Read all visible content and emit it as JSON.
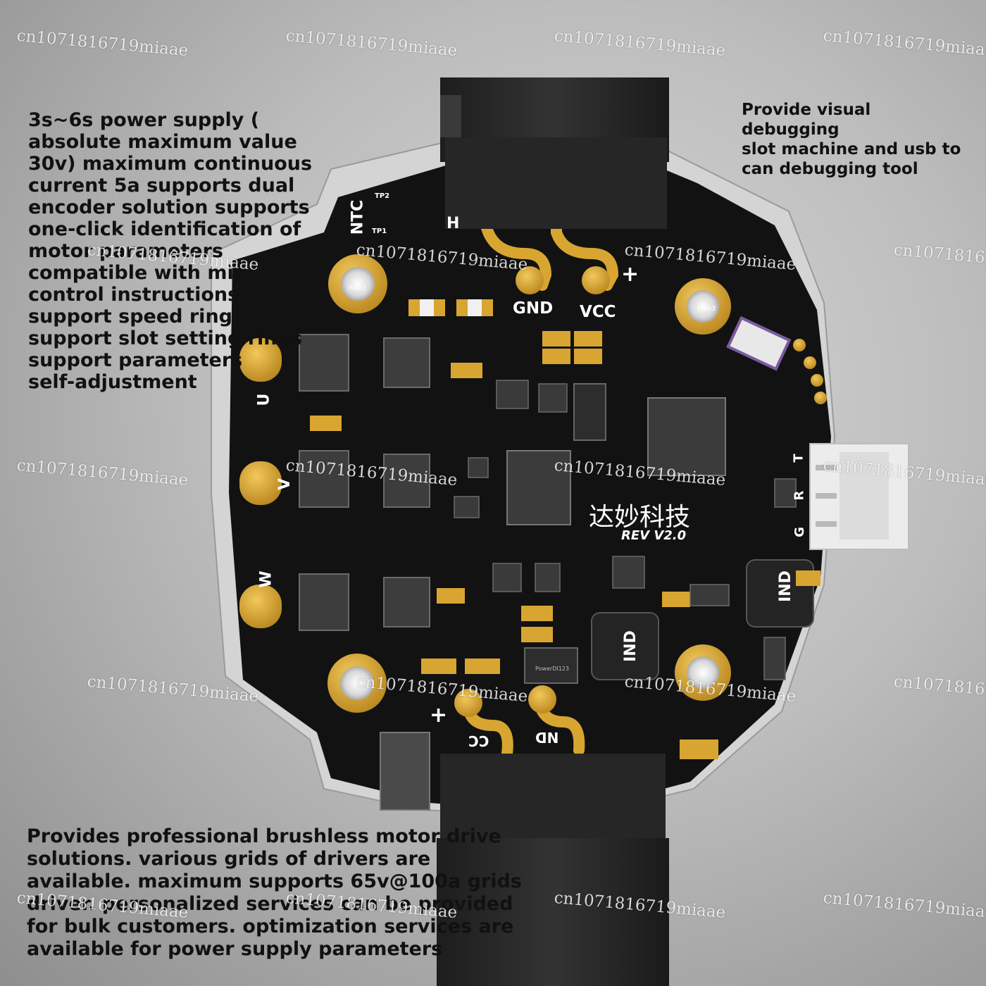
{
  "callouts": {
    "left": "3s~6s power supply (\nabsolute maximum value\n30v) maximum continuous\ncurrent 5a supports dual\nencoder solution supports\none-click identification of\nmotor parameters\ncompatible with mit\ncontrol instructions\nsupport speed rings\nsupport slot setting rings\nsupport parameters\nself-adjustment",
    "right": "Provide visual debugging\nslot machine and usb to\ncan debugging tool",
    "bottom": "Provides professional brushless motor drive\nsolutions. various grids of drivers are\navailable. maximum supports 65v@100a grids\ndriver. personalized services can be provided\nfor bulk customers. optimization services are\navailable for power supply parameters"
  },
  "board": {
    "brand": "达妙科技",
    "revision": "REV V2.0",
    "labels": {
      "ntc": "NTC",
      "tp1": "TP1",
      "tp2": "TP2",
      "gnd_top": "GND",
      "vcc_top": "VCC",
      "plus_top": "+",
      "u": "U",
      "v": "V",
      "w": "W",
      "hole2": "Hole2",
      "hole3": "Hole3",
      "t": "T",
      "r": "R",
      "g": "G",
      "ind": "IND",
      "h": "H",
      "cc_bottom": "CC",
      "nd_bottom": "ND",
      "plus_bottom": "+",
      "powerdi": "PowerDI123"
    }
  },
  "watermark": {
    "full": "cn1071816719miaae",
    "clipped": "cn10718167"
  },
  "colors": {
    "pcb": "#121212",
    "gold": "#d8a531",
    "connector": "#2a2a2a",
    "white_connector": "#ececec"
  }
}
